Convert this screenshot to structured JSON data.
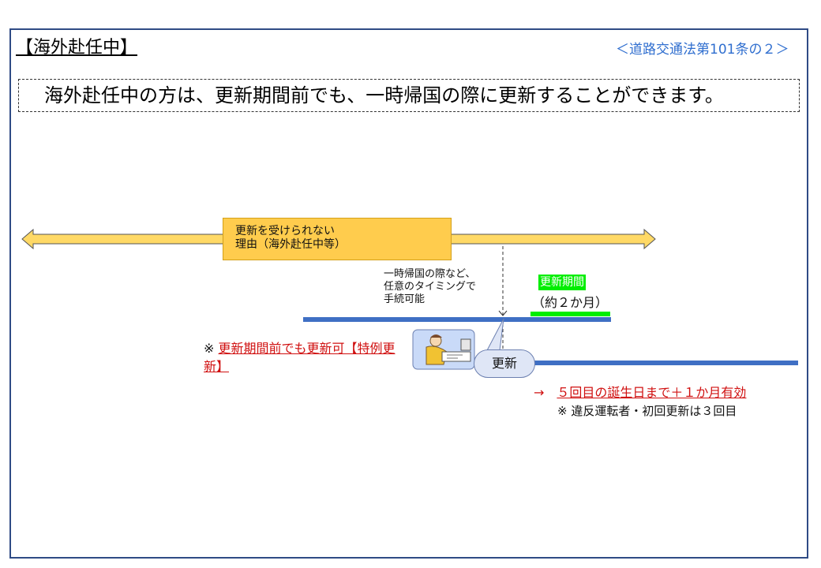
{
  "header": {
    "section_title": "【海外赴任中】",
    "law_reference": "＜道路交通法第101条の２＞"
  },
  "headline": "海外赴任中の方は、更新期間前でも、一時帰国の際に更新することができます。",
  "diagram": {
    "reason_line1": "更新を受けられない",
    "reason_line2": "理由（海外赴任中等）",
    "timing_note_line1": "一時帰国の際など、",
    "timing_note_line2": "任意のタイミングで",
    "timing_note_line3": "手続可能",
    "renewal_period_label": "更新期間",
    "renewal_period_sub": "（約２か月）",
    "special_note_mark": "※",
    "special_note_text": "更新期間前でも更新可【特例更新】",
    "renewal_bubble": "更新",
    "validity_arrow": "→",
    "validity_text": "５回目の誕生日まで＋１か月有効",
    "violator_note": "※ 違反運転者・初回更新は３回目"
  },
  "colors": {
    "frame": "#2f4b85",
    "timeline_blue": "#3f6fc4",
    "arrow_fill": "#ffd966",
    "reason_box": "#ffcc4d",
    "period_green": "#00ee00",
    "note_red": "#d01010",
    "law_ref_blue": "#2f6ecf"
  },
  "icons": {
    "airplane": "airplane-icon",
    "person_writing": "person-writing-icon"
  }
}
